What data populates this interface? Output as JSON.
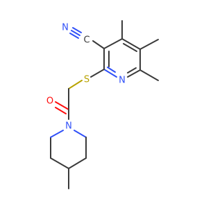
{
  "molecule": {
    "atoms": {
      "N_nitrile": {
        "label": "N",
        "color": "#3050f8"
      },
      "C_nitrile": {
        "label": "C",
        "color": "#3a3a3a"
      },
      "N_pyridine": {
        "label": "N",
        "color": "#3050f8"
      },
      "S_thioether": {
        "label": "S",
        "color": "#b8a300"
      },
      "O_carbonyl": {
        "label": "O",
        "color": "#ff0d0d"
      },
      "N_piperidine": {
        "label": "N",
        "color": "#3050f8"
      }
    }
  }
}
